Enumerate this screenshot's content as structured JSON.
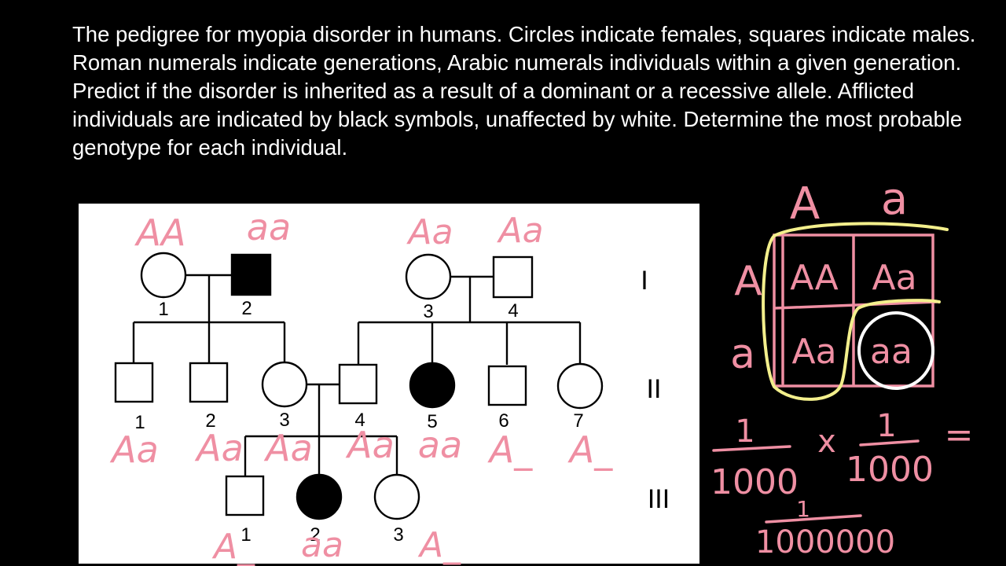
{
  "prompt_text": "The pedigree for myopia disorder in humans.  Circles indicate females, squares indicate males.  Roman numerals indicate generations, Arabic numerals individuals within a given generation.  Predict if the disorder is inherited as a result of a dominant or a recessive allele.  Afflicted individuals are indicated by black symbols, unaffected by white.  Determine the most probable genotype for each individual.",
  "generations": [
    "I",
    "II",
    "III"
  ],
  "individuals": {
    "I": [
      {
        "num": "1",
        "sex": "female",
        "affected": false,
        "genotype": "AA"
      },
      {
        "num": "2",
        "sex": "male",
        "affected": true,
        "genotype": "aa"
      },
      {
        "num": "3",
        "sex": "female",
        "affected": false,
        "genotype": "Aa"
      },
      {
        "num": "4",
        "sex": "male",
        "affected": false,
        "genotype": "Aa"
      }
    ],
    "II": [
      {
        "num": "1",
        "sex": "male",
        "affected": false,
        "genotype": "Aa"
      },
      {
        "num": "2",
        "sex": "male",
        "affected": false,
        "genotype": "Aa"
      },
      {
        "num": "3",
        "sex": "female",
        "affected": false,
        "genotype": "Aa"
      },
      {
        "num": "4",
        "sex": "male",
        "affected": false,
        "genotype": "Aa"
      },
      {
        "num": "5",
        "sex": "female",
        "affected": true,
        "genotype": "aa"
      },
      {
        "num": "6",
        "sex": "male",
        "affected": false,
        "genotype": "A_"
      },
      {
        "num": "7",
        "sex": "female",
        "affected": false,
        "genotype": "A_"
      }
    ],
    "III": [
      {
        "num": "1",
        "sex": "male",
        "affected": false,
        "genotype": "A_"
      },
      {
        "num": "2",
        "sex": "female",
        "affected": true,
        "genotype": "aa"
      },
      {
        "num": "3",
        "sex": "female",
        "affected": false,
        "genotype": "A_"
      }
    ]
  },
  "punnett": {
    "top_alleles": [
      "A",
      "a"
    ],
    "side_alleles": [
      "A",
      "a"
    ],
    "cells": [
      "AA",
      "Aa",
      "Aa",
      "aa"
    ]
  },
  "calculation": {
    "factor1": {
      "numerator": "1",
      "denominator": "1000"
    },
    "operator": "x",
    "factor2": {
      "numerator": "1",
      "denominator": "1000"
    },
    "equals": "=",
    "result": {
      "numerator": "1",
      "denominator": "1000000"
    }
  },
  "colors": {
    "background": "#000000",
    "ink": "#ef8fa3",
    "highlight": "#f3ef8c",
    "white": "#ffffff",
    "panel": "#ffffff"
  }
}
